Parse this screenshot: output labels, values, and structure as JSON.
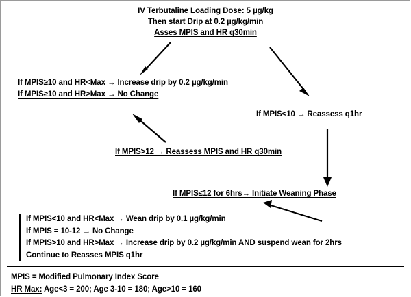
{
  "diagram": {
    "title": "IV Terbutaline Asthma Drip Protocol Flowchart",
    "type": "clinical-algorithm-flowchart",
    "header": {
      "line1": "IV Terbutaline Loading Dose: 5 µg/kg",
      "line2": "Then start Drip at 0.2 µg/kg/min",
      "line3": "Asses MPIS and HR q30min"
    },
    "left_branch": {
      "line1": "If MPIS≥10 and HR<Max → Increase drip by 0.2 µg/kg/min",
      "line2": "If MPIS≥10 and HR>Max → No Change"
    },
    "right_branch": {
      "line1": "If MPIS<10 → Reassess q1hr"
    },
    "mid_reassess": {
      "line1": "If MPIS>12 → Reassess MPIS and HR q30min"
    },
    "weaning_phase": {
      "line1": "If MPIS≤12 for 6hrs→ Initiate Weaning Phase"
    },
    "rules_block": {
      "line1": "If MPIS<10 and HR<Max → Wean drip by 0.1 µg/kg/min",
      "line2": "If MPIS = 10-12 → No Change",
      "line3": "If MPIS>10 and HR>Max → Increase drip by 0.2 µg/kg/min AND suspend wean for 2hrs",
      "line4": "Continue to Reasses MPIS q1hr"
    },
    "legend": {
      "line1_label": "MPIS",
      "line1_text": " = Modified  Pulmonary  Index Score",
      "line2_label": "HR Max:",
      "line2_text": " Age<3 = 200; Age 3-10 = 180; Age>10 = 160"
    },
    "arrows": [
      {
        "name": "arrow-header-to-left-branch",
        "direction": "down-left"
      },
      {
        "name": "arrow-header-to-right-branch",
        "direction": "down-right"
      },
      {
        "name": "arrow-mid-reassess-to-left-branch",
        "direction": "up-left"
      },
      {
        "name": "arrow-right-branch-to-weaning",
        "direction": "down"
      },
      {
        "name": "arrow-rules-to-weaning",
        "direction": "up-right"
      }
    ],
    "colors": {
      "ink": "#000000",
      "background": "#ffffff",
      "frame": "#9a9a9a"
    }
  }
}
